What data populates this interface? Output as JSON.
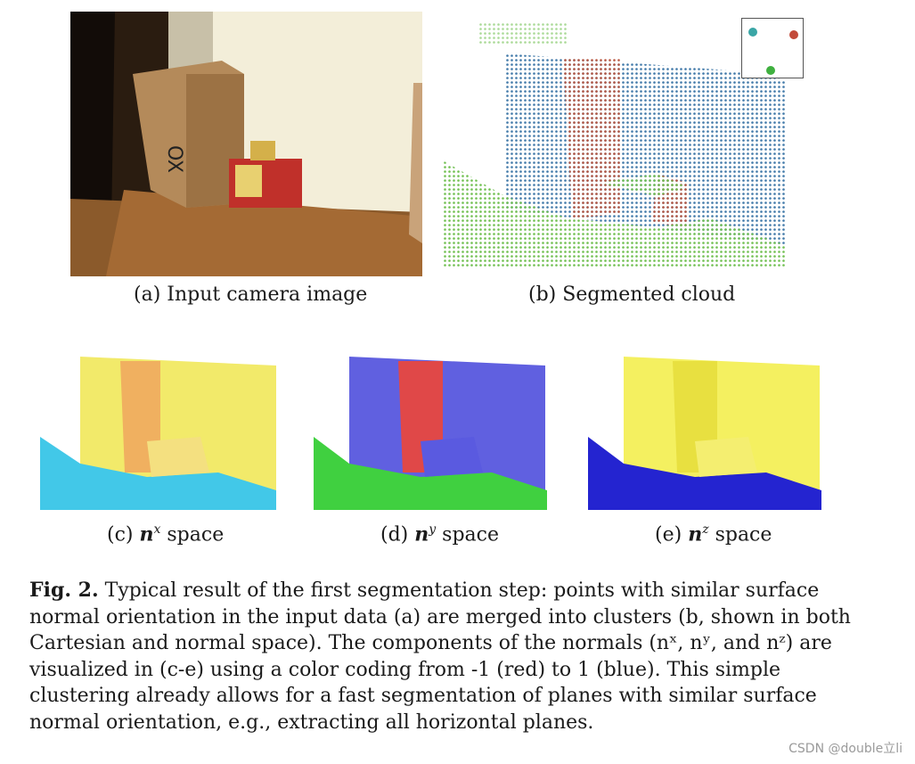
{
  "panels": {
    "a": {
      "caption": "(a) Input camera image"
    },
    "b": {
      "caption": "(b) Segmented cloud"
    },
    "c": {
      "caption_prefix": "(c) ",
      "symbol": "n",
      "superscript": "x",
      "caption_suffix": " space"
    },
    "d": {
      "caption_prefix": "(d) ",
      "symbol": "n",
      "superscript": "y",
      "caption_suffix": " space"
    },
    "e": {
      "caption_prefix": "(e) ",
      "symbol": "n",
      "superscript": "z",
      "caption_suffix": " space"
    }
  },
  "figure_caption": {
    "label": "Fig. 2.",
    "text": " Typical result of the first segmentation step: points with similar surface normal orientation in the input data (a) are merged into clusters (b, shown in both Cartesian and normal space). The components of the normals (nˣ, nʸ, and nᶻ) are visualized in (c-e) using a color coding from -1 (red) to 1 (blue). This simple clustering already allows for a fast segmentation of planes with similar surface normal orientation, e.g., extracting all horizontal planes."
  },
  "watermark": "CSDN @double立li",
  "colors": {
    "cluster_red": "#b8553f",
    "cluster_blue": "#3f78a8",
    "cluster_green": "#6fbf4f",
    "floor_wood": "#8a5a26",
    "wall_beige": "#f2ecd8"
  }
}
